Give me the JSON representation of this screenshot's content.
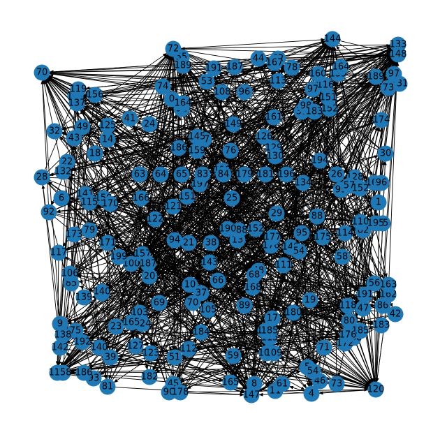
{
  "graph": {
    "node_color": "#1f77b4",
    "edge_color": "#000000",
    "label_color": "#000000",
    "directed": true,
    "nodes": [
      "0",
      "1",
      "4",
      "5",
      "6",
      "8",
      "9",
      "10",
      "11",
      "13",
      "18",
      "19",
      "20",
      "21",
      "22",
      "23",
      "24",
      "25",
      "26",
      "28",
      "29",
      "30",
      "32",
      "37",
      "38",
      "39",
      "40",
      "41",
      "42",
      "43",
      "44",
      "45",
      "46",
      "48",
      "49",
      "51",
      "53",
      "54",
      "55",
      "56",
      "57",
      "58",
      "59",
      "61",
      "62",
      "63",
      "64",
      "65",
      "66",
      "69",
      "70",
      "71",
      "72",
      "73",
      "74",
      "75",
      "76",
      "78",
      "79",
      "80",
      "81",
      "83",
      "84",
      "85",
      "86",
      "88",
      "89",
      "91",
      "92",
      "93",
      "94",
      "95",
      "96",
      "97",
      "98",
      "99",
      "100",
      "103",
      "105",
      "106",
      "108",
      "109",
      "110",
      "111",
      "112",
      "113",
      "114",
      "115",
      "116",
      "117",
      "118",
      "119",
      "120",
      "121",
      "122",
      "123",
      "124",
      "125",
      "126",
      "127",
      "128",
      "129",
      "130",
      "132",
      "133",
      "134",
      "137",
      "138",
      "139",
      "140",
      "141",
      "142",
      "143",
      "144",
      "145",
      "147",
      "148",
      "149",
      "151",
      "152",
      "155",
      "156",
      "157",
      "158",
      "159",
      "160",
      "161",
      "162",
      "163",
      "164",
      "165",
      "166",
      "167",
      "168",
      "169",
      "170",
      "171",
      "172",
      "173",
      "174",
      "175",
      "176",
      "177",
      "178",
      "179",
      "180",
      "181",
      "182",
      "183",
      "184",
      "185",
      "186",
      "187",
      "188",
      "189",
      "190",
      "191",
      "192",
      "194",
      "196",
      "197",
      "198",
      "199"
    ]
  }
}
